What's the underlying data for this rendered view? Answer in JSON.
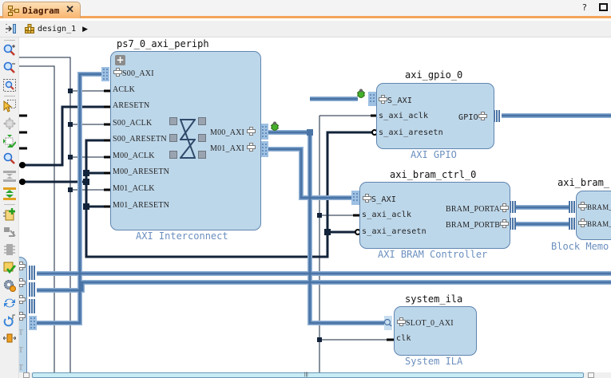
{
  "tab": {
    "label": "Diagram",
    "close": "✕"
  },
  "window_controls": {
    "help": "?"
  },
  "breadcrumb": {
    "label": "design_1",
    "arrow": "▶"
  },
  "toolbar": {
    "items": [
      "zoom-in",
      "zoom-out",
      "zoom-fit",
      "select-area",
      "fit-selection",
      "regenerate-layout",
      "search",
      "collapse",
      "expand",
      "add-ip",
      "pinning",
      "create-hierarchy",
      "validate-design",
      "run-block-automation",
      "refresh",
      "run-connection-automation",
      "expand-pins"
    ]
  },
  "blocks": {
    "ps7_0_axi_periph": {
      "title": "ps7_0_axi_periph",
      "subtitle": "AXI Interconnect",
      "expand": "+",
      "pins_left": [
        "S00_AXI",
        "ACLK",
        "ARESETN",
        "S00_ACLK",
        "S00_ARESETN",
        "M00_ACLK",
        "M00_ARESETN",
        "M01_ACLK",
        "M01_ARESETN"
      ],
      "pins_right": [
        "M00_AXI",
        "M01_AXI"
      ]
    },
    "axi_gpio_0": {
      "title": "axi_gpio_0",
      "subtitle": "AXI GPIO",
      "pins_left": [
        "S_AXI",
        "s_axi_aclk",
        "s_axi_aresetn"
      ],
      "pins_right": [
        "GPIO"
      ]
    },
    "axi_bram_ctrl_0": {
      "title": "axi_bram_ctrl_0",
      "subtitle": "AXI BRAM Controller",
      "pins_left": [
        "S_AXI",
        "s_axi_aclk",
        "s_axi_aresetn"
      ],
      "pins_right": [
        "BRAM_PORTA",
        "BRAM_PORTB"
      ]
    },
    "axi_bram": {
      "title": "axi_bram_",
      "subtitle": "Block Memo",
      "pins_left": [
        "BRAM_",
        "BRAM_"
      ]
    },
    "system_ila": {
      "title": "system_ila",
      "subtitle": "System ILA",
      "pins_left": [
        "SLOT_0_AXI",
        "clk"
      ]
    },
    "processing_system": {
      "pin_fragments": [
        "T",
        "T",
        "T"
      ]
    }
  },
  "colors": {
    "block_fill": "#bdd7ea",
    "block_border": "#5f85b0",
    "bus_wire": "#4a74a6",
    "net_wire": "#12233a",
    "tab_accent": "#f5a55a"
  },
  "scrollbar": {
    "grip": "|||"
  }
}
